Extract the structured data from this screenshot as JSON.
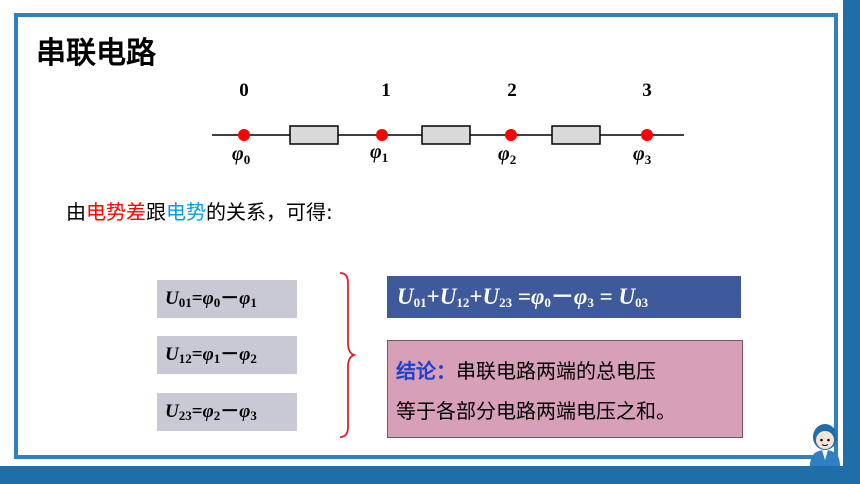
{
  "title": "串联电路",
  "circuit": {
    "nodes": [
      {
        "num": "0",
        "phi": "φ",
        "sub": "0"
      },
      {
        "num": "1",
        "phi": "φ",
        "sub": "1"
      },
      {
        "num": "2",
        "phi": "φ",
        "sub": "2"
      },
      {
        "num": "3",
        "phi": "φ",
        "sub": "3"
      }
    ],
    "node_color": "#ff0000"
  },
  "intro": {
    "part1": "由",
    "part2": "电势差",
    "part3": "跟",
    "part4": "电势",
    "part5": "的关系，可得:"
  },
  "equations": [
    {
      "U": "U",
      "usub": "01",
      "eq": "=",
      "phiA": "φ",
      "subA": "0",
      "minus": "－",
      "phiB": "φ",
      "subB": "1"
    },
    {
      "U": "U",
      "usub": "12",
      "eq": "=",
      "phiA": "φ",
      "subA": "1",
      "minus": "－",
      "phiB": "φ",
      "subB": "2"
    },
    {
      "U": "U",
      "usub": "23",
      "eq": "=",
      "phiA": "φ",
      "subA": "2",
      "minus": "－",
      "phiB": "φ",
      "subB": "3"
    }
  ],
  "sum": {
    "u1": "U",
    "s1": "01",
    "plus1": "+",
    "u2": "U",
    "s2": "12",
    "plus2": "+",
    "u3": "U",
    "s3": "23",
    "eq1": " =",
    "phiA": "φ",
    "subA": "0",
    "minus": "－",
    "phiB": "φ",
    "subB": "3",
    "eq2": " = ",
    "u4": "U",
    "s4": "03"
  },
  "conclusion": {
    "label": "结论：",
    "line1": "串联电路两端的总电压",
    "line2": "等于各部分电路两端电压之和。"
  }
}
